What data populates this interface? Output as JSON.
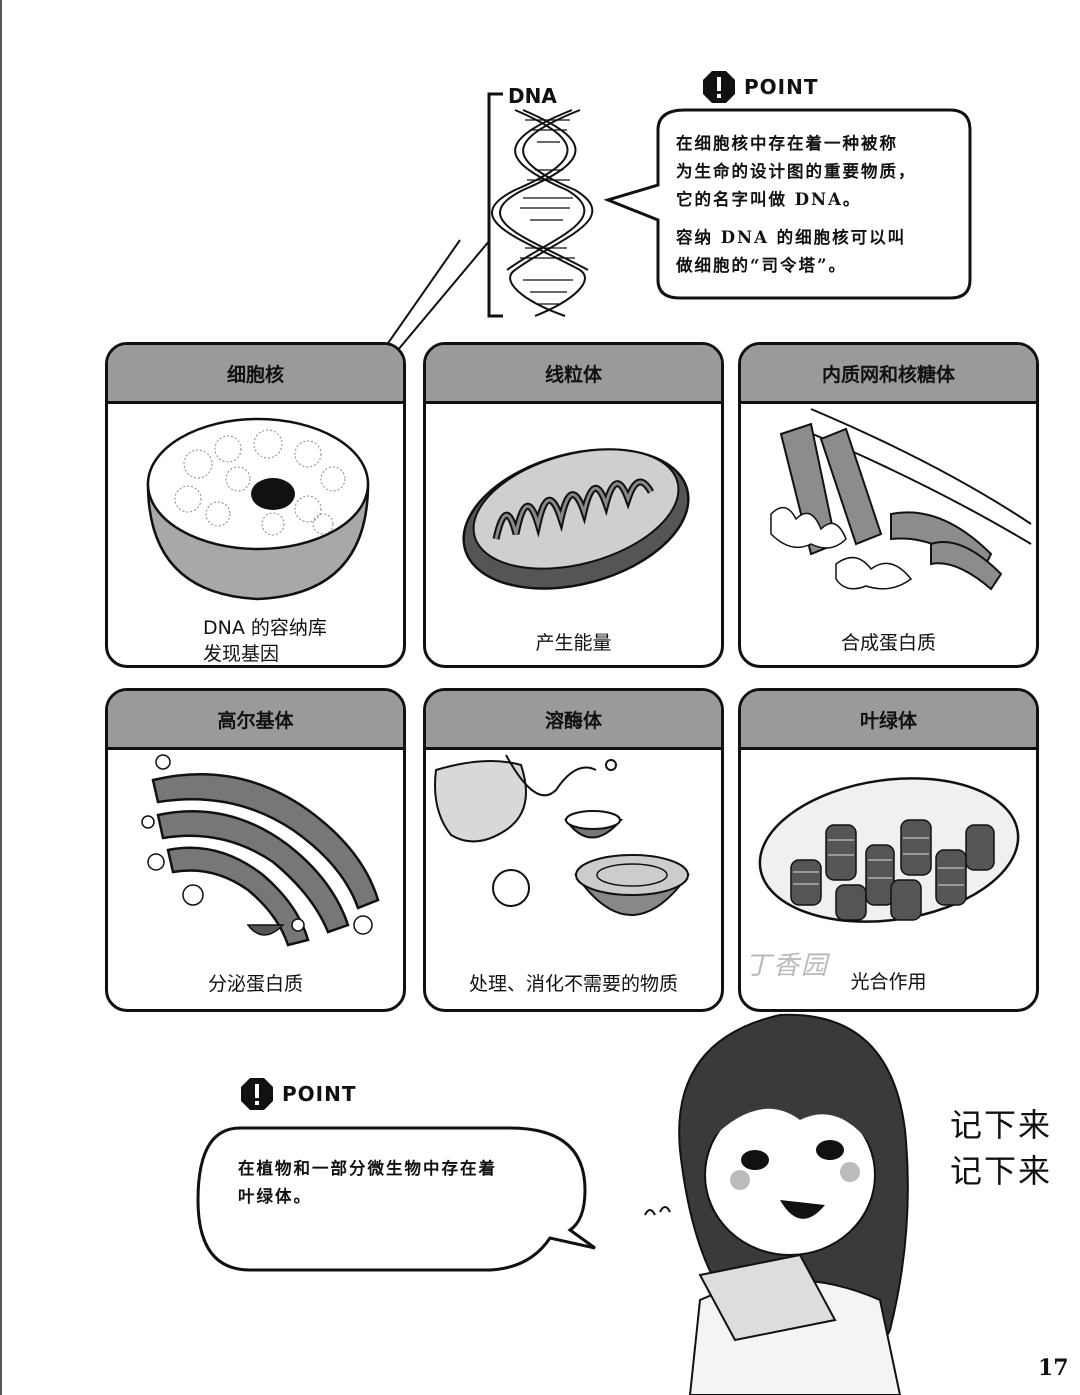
{
  "dna_label": "DNA",
  "point_label": "POINT",
  "top_point": {
    "lines_1": [
      "在细胞核中存在着一种被称",
      "为生命的设计图的重要物质，",
      "它的名字叫做 DNA。"
    ],
    "lines_2": [
      "容纳 DNA 的细胞核可以叫",
      "做细胞的“司令塔”。"
    ]
  },
  "organelles": [
    {
      "name": "细胞核",
      "caption_lines": [
        "DNA 的容纳库",
        "发现基因"
      ]
    },
    {
      "name": "线粒体",
      "caption_lines": [
        "产生能量"
      ]
    },
    {
      "name": "内质网和核糖体",
      "caption_lines": [
        "合成蛋白质"
      ]
    },
    {
      "name": "高尔基体",
      "caption_lines": [
        "分泌蛋白质"
      ]
    },
    {
      "name": "溶酶体",
      "caption_lines": [
        "处理、消化不需要的物质"
      ]
    },
    {
      "name": "叶绿体",
      "caption_lines": [
        "光合作用"
      ]
    }
  ],
  "bottom_point": {
    "lines": [
      "在植物和一部分微生物中存在着",
      "叶绿体。"
    ]
  },
  "shout_lines": [
    "记下来",
    "记下来"
  ],
  "page_number": "17",
  "watermark": "丁香园"
}
